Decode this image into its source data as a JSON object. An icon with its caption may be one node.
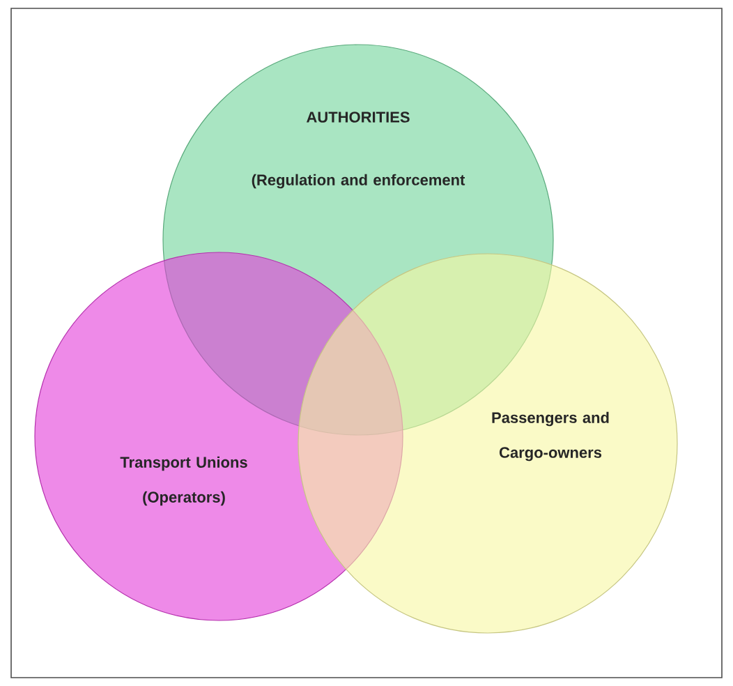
{
  "diagram": {
    "nodes": [
      {
        "text": [
          "AUTHORITIES",
          "(Regulation and enforcement"
        ]
      },
      {
        "text": [
          "Transport Unions (Operators)"
        ]
      },
      {
        "text": [
          "Passengers and Cargo-owners"
        ]
      }
    ]
  }
}
